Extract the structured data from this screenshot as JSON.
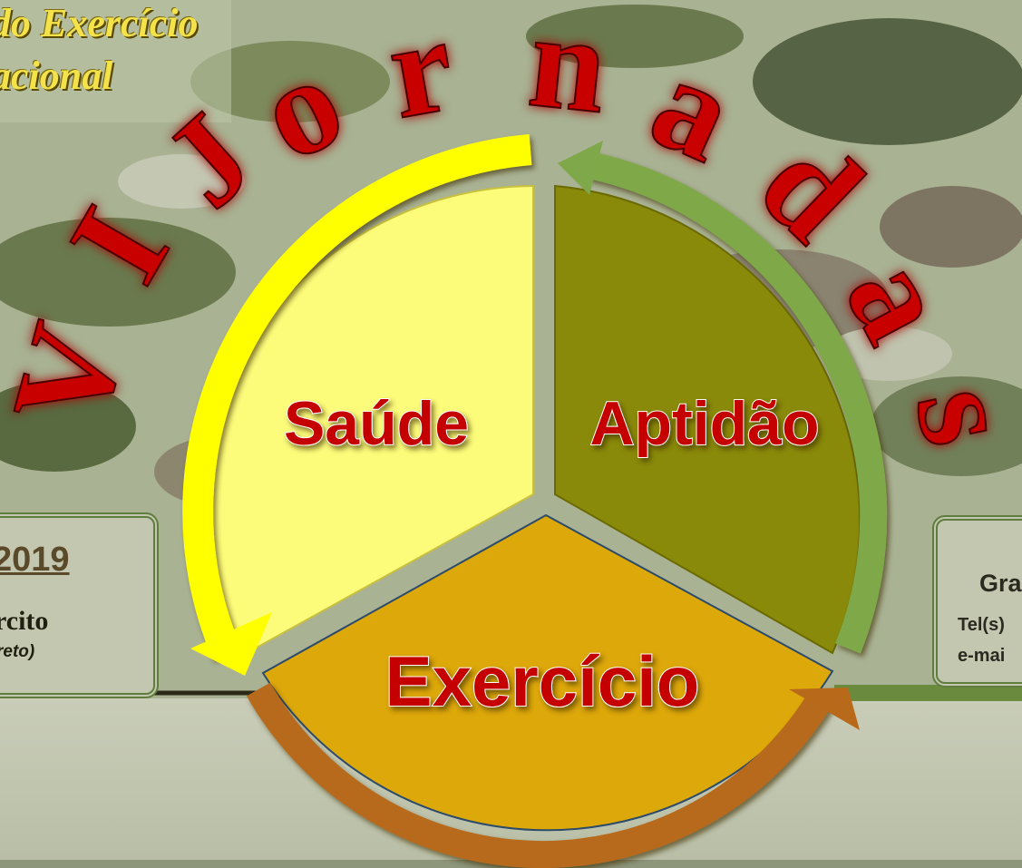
{
  "header": {
    "line1": "do Exercício",
    "line2": "acional"
  },
  "arc_title": {
    "letters": [
      "V",
      "I",
      "J",
      "o",
      "r",
      "n",
      "a",
      "d",
      "a",
      "s"
    ]
  },
  "cycle": {
    "saude": "Saúde",
    "aptidao": "Aptidão",
    "exercicio": "Exercício"
  },
  "left_panel": {
    "year": "2019",
    "line1": "rcito",
    "line2": "reto)"
  },
  "right_panel": {
    "line1": "Gra",
    "line2": "Tel(s)",
    "line3": "e-mai"
  },
  "colors": {
    "title_red": "#c80000",
    "saude_fill": "#fdfc7a",
    "aptidao_fill": "#8a8a0a",
    "exercicio_fill": "#dda80a",
    "arrow_yellow": "#ffff00",
    "arrow_green": "#7fa84a",
    "arrow_brown": "#b86a1a"
  }
}
